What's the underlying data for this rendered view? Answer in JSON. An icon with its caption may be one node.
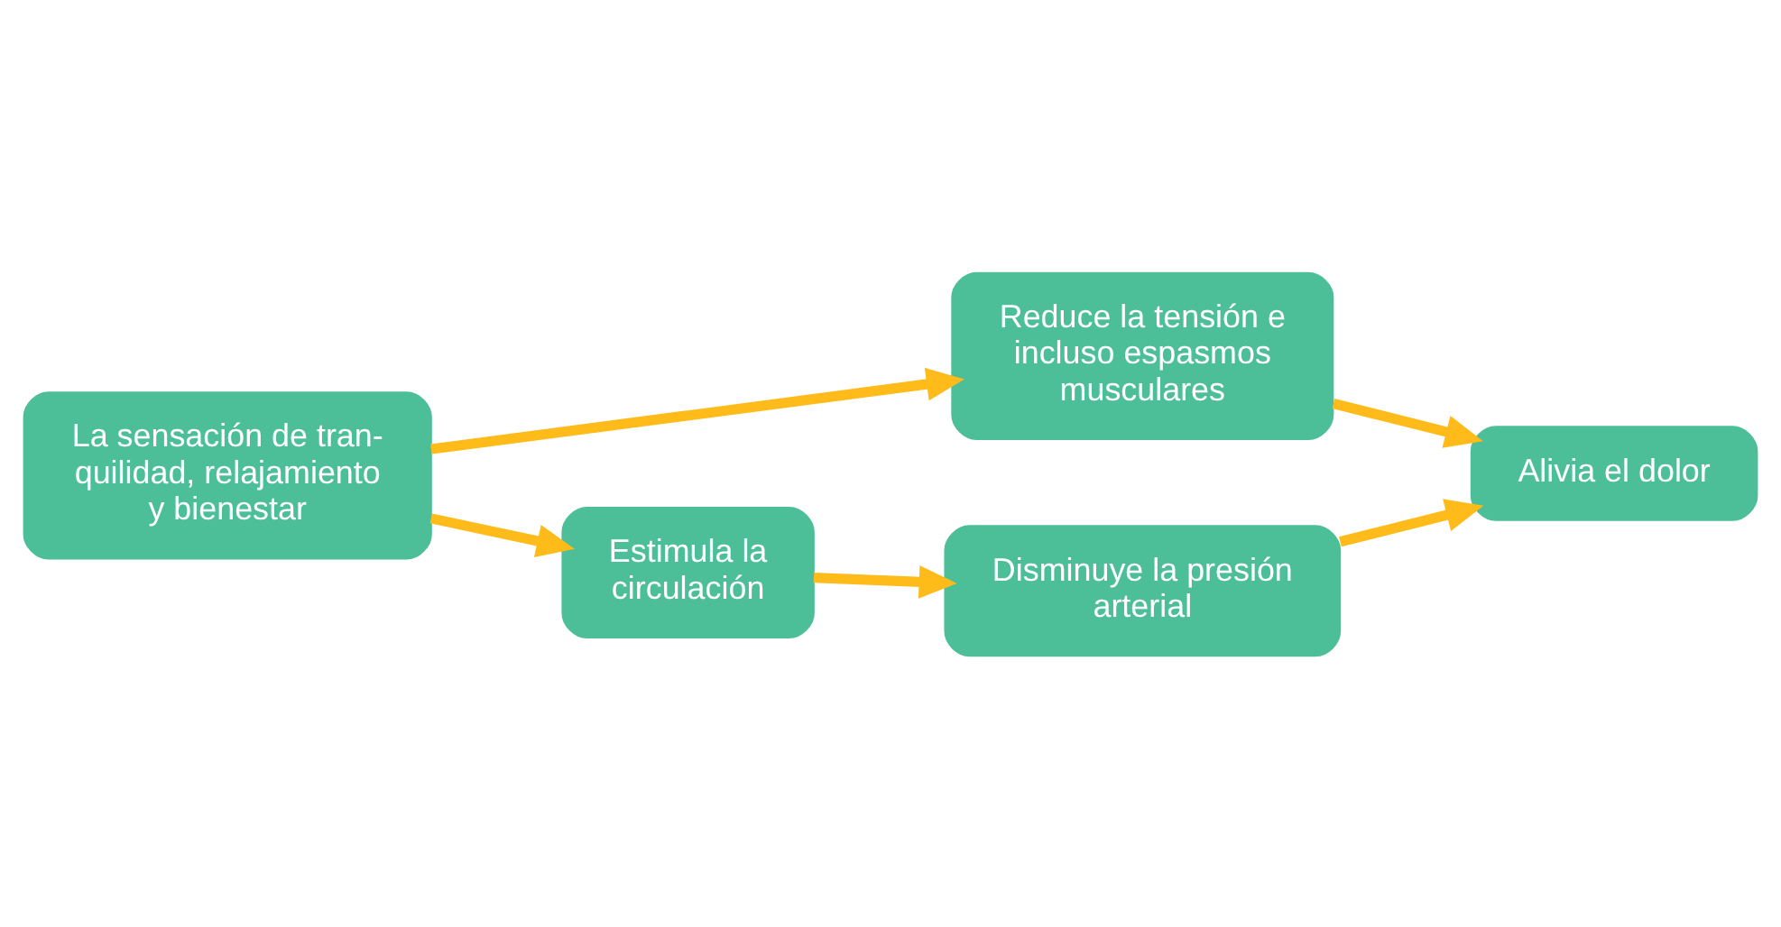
{
  "diagram": {
    "nodes": [
      {
        "text": [
          "La sensación de tran- quilidad, relajamiento y bienestar"
        ]
      },
      {
        "text": [
          "Reduce la tensión e incluso espasmos musculares"
        ]
      },
      {
        "text": [
          "Alivia el dolor"
        ]
      },
      {
        "text": [
          "Estimula la circulación"
        ]
      },
      {
        "text": [
          "Disminuye la presión arterial"
        ]
      }
    ],
    "edges": [
      {
        "from": 0,
        "to": 1,
        "arrow": "to"
      },
      {
        "from": 1,
        "to": 2,
        "arrow": "to"
      },
      {
        "from": 0,
        "to": 3,
        "arrow": "to"
      },
      {
        "from": 3,
        "to": 4,
        "arrow": "to"
      },
      {
        "from": 4,
        "to": 2,
        "arrow": "to"
      }
    ]
  }
}
